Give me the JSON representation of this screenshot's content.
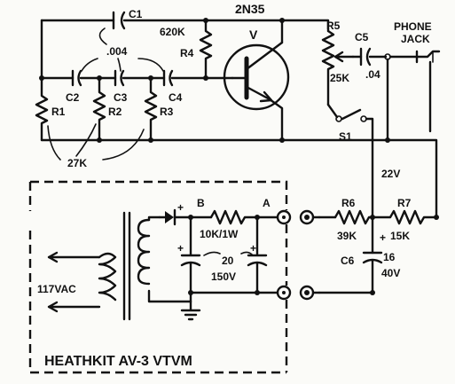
{
  "labels": {
    "transistor": "2N35",
    "transistor_symbol": "V",
    "c1": "C1",
    "c_value": ".004",
    "r4_value": "620K",
    "r4": "R4",
    "c2": "C2",
    "c3": "C3",
    "c4": "C4",
    "r1": "R1",
    "r2": "R2",
    "r3": "R3",
    "r_value": "27K",
    "r5": "R5",
    "r5_value": "25K",
    "c5": "C5",
    "c5_value": ".04",
    "phone_jack_1": "PHONE",
    "phone_jack_2": "JACK",
    "s1": "S1",
    "voltage": "22V",
    "r6": "R6",
    "r6_value": "39K",
    "r7": "R7",
    "r7_value": "15K",
    "c6": "C6",
    "c6_value": "16",
    "c6_voltage": "40V",
    "point_a": "A",
    "point_b": "B",
    "res_supply": "10K/1W",
    "cap_supply_1": "20",
    "cap_supply_2": "150V",
    "mains": "117VAC",
    "instrument": "HEATHKIT AV-3 VTVM",
    "plus": "+"
  }
}
